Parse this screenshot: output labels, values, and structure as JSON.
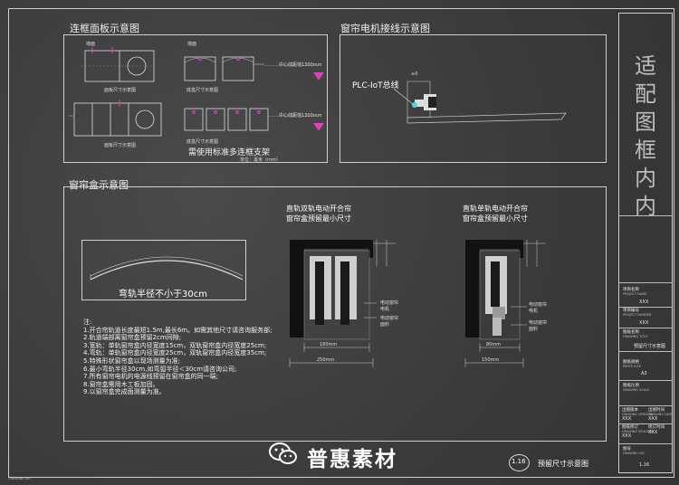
{
  "panel1": {
    "title": "连框面板示意图",
    "wall_label_a": "墙面",
    "wall_label_b": "墙面",
    "panel_size_label_a": "面板尺寸示意图",
    "panel_size_label_b": "面板尺寸示意图",
    "box_size_label_a": "底盒尺寸示意图",
    "box_size_label_b": "底盒尺寸示意图",
    "height_label_a": "中心线距地1300mm",
    "height_label_b": "中心线距地1300mm",
    "bracket_note": "需使用标准多连框支架",
    "unit_note": "单位：毫米（mm）"
  },
  "panel2": {
    "title": "窗帘电机接线示意图",
    "bus_label": "PLC-IoT总线",
    "cable_mark": "≥0"
  },
  "panel3": {
    "title": "窗帘盒示意图",
    "rail_label": "弯轨半径不小于30cm",
    "double_title_1": "直轨双轨电动开合帘",
    "double_title_2": "窗帘盒预留最小尺寸",
    "single_title_1": "直轨单轨电动开合帘",
    "single_title_2": "窗帘盒预留最小尺寸",
    "motor_label_a": "电动窗帘",
    "motor_label_b": "电机",
    "fabric_label_a": "电动窗帘",
    "fabric_label_b": "面料",
    "motor_label_c": "电动窗帘",
    "motor_label_d": "电机",
    "fabric_label_c": "电动窗帘",
    "fabric_label_d": "面料",
    "dim_double_inner": "180mm",
    "dim_double_outer": "250mm",
    "dim_single_inner": "80mm",
    "dim_single_outer": "150mm",
    "notes": [
      "注:",
      "1.开合帘轨道长度最短1.5m,最长6m。如需其他尺寸请咨询服务部;",
      "2.轨道端部离窗帘盒预留2cm间隙;",
      "3.宽轨：单轨窗帘盒内径宽度15cm，双轨窗帘盒内径宽度25cm;",
      "4.弯轨：单轨窗帘盒内径宽度25cm，双轨窗帘盒内径宽度35cm;",
      "5.特殊形状窗帘盒以现场测量为准;",
      "6.最小弯轨半径30cm,如弯弧半径＜30cm请咨询公司;",
      "7.所有窗帘电机的电源线预留在窗帘盒的同一端;",
      "8.窗帘盒需用木工板加固。",
      "9.以窗帘盒完成面测量为准。"
    ]
  },
  "title_block": {
    "big_text": [
      "适",
      "配",
      "图",
      "框",
      "内",
      "内"
    ],
    "rows": [
      {
        "label": "项目名称",
        "sub": "PROJECT NAME",
        "value": "XXX"
      },
      {
        "label": "项目编号",
        "sub": "PROJECT NUMBER",
        "value": "XXX"
      },
      {
        "label": "图纸名称",
        "sub": "DRAWING TITLE",
        "value": "预留尺寸示意图"
      },
      {
        "label": "图纸规格",
        "sub": "PAPER SIZE",
        "value": "A3"
      },
      {
        "label": "图纸比例",
        "sub": "DRAWING SCALE",
        "value": ""
      }
    ],
    "version_label": "出图版本",
    "version_sub": "DRAWING VERSION",
    "version_value": "XXX",
    "date_label": "出图时间",
    "date_sub": "DRAWING DATE",
    "date_value": "XXX",
    "revision_label": "图纸修订",
    "revision_sub": "DRAWING REVISION",
    "revision_value": "XXX",
    "revision_label2": "修订时间",
    "revision_value2": "XXX",
    "number_label": "图号",
    "number_sub": "DRAWING NO.",
    "number_value": "1.16"
  },
  "footer": {
    "page_badge": "1.16",
    "caption": "预留尺寸示意图",
    "watermark": "普惠素材",
    "corner_text": "DRAWING NO."
  },
  "colors": {
    "background": "#3f3f3f",
    "line": "#d0d0d0",
    "accent_magenta": "#e040c0",
    "accent_cyan": "#40e0e0",
    "wall_dark": "#111111"
  }
}
